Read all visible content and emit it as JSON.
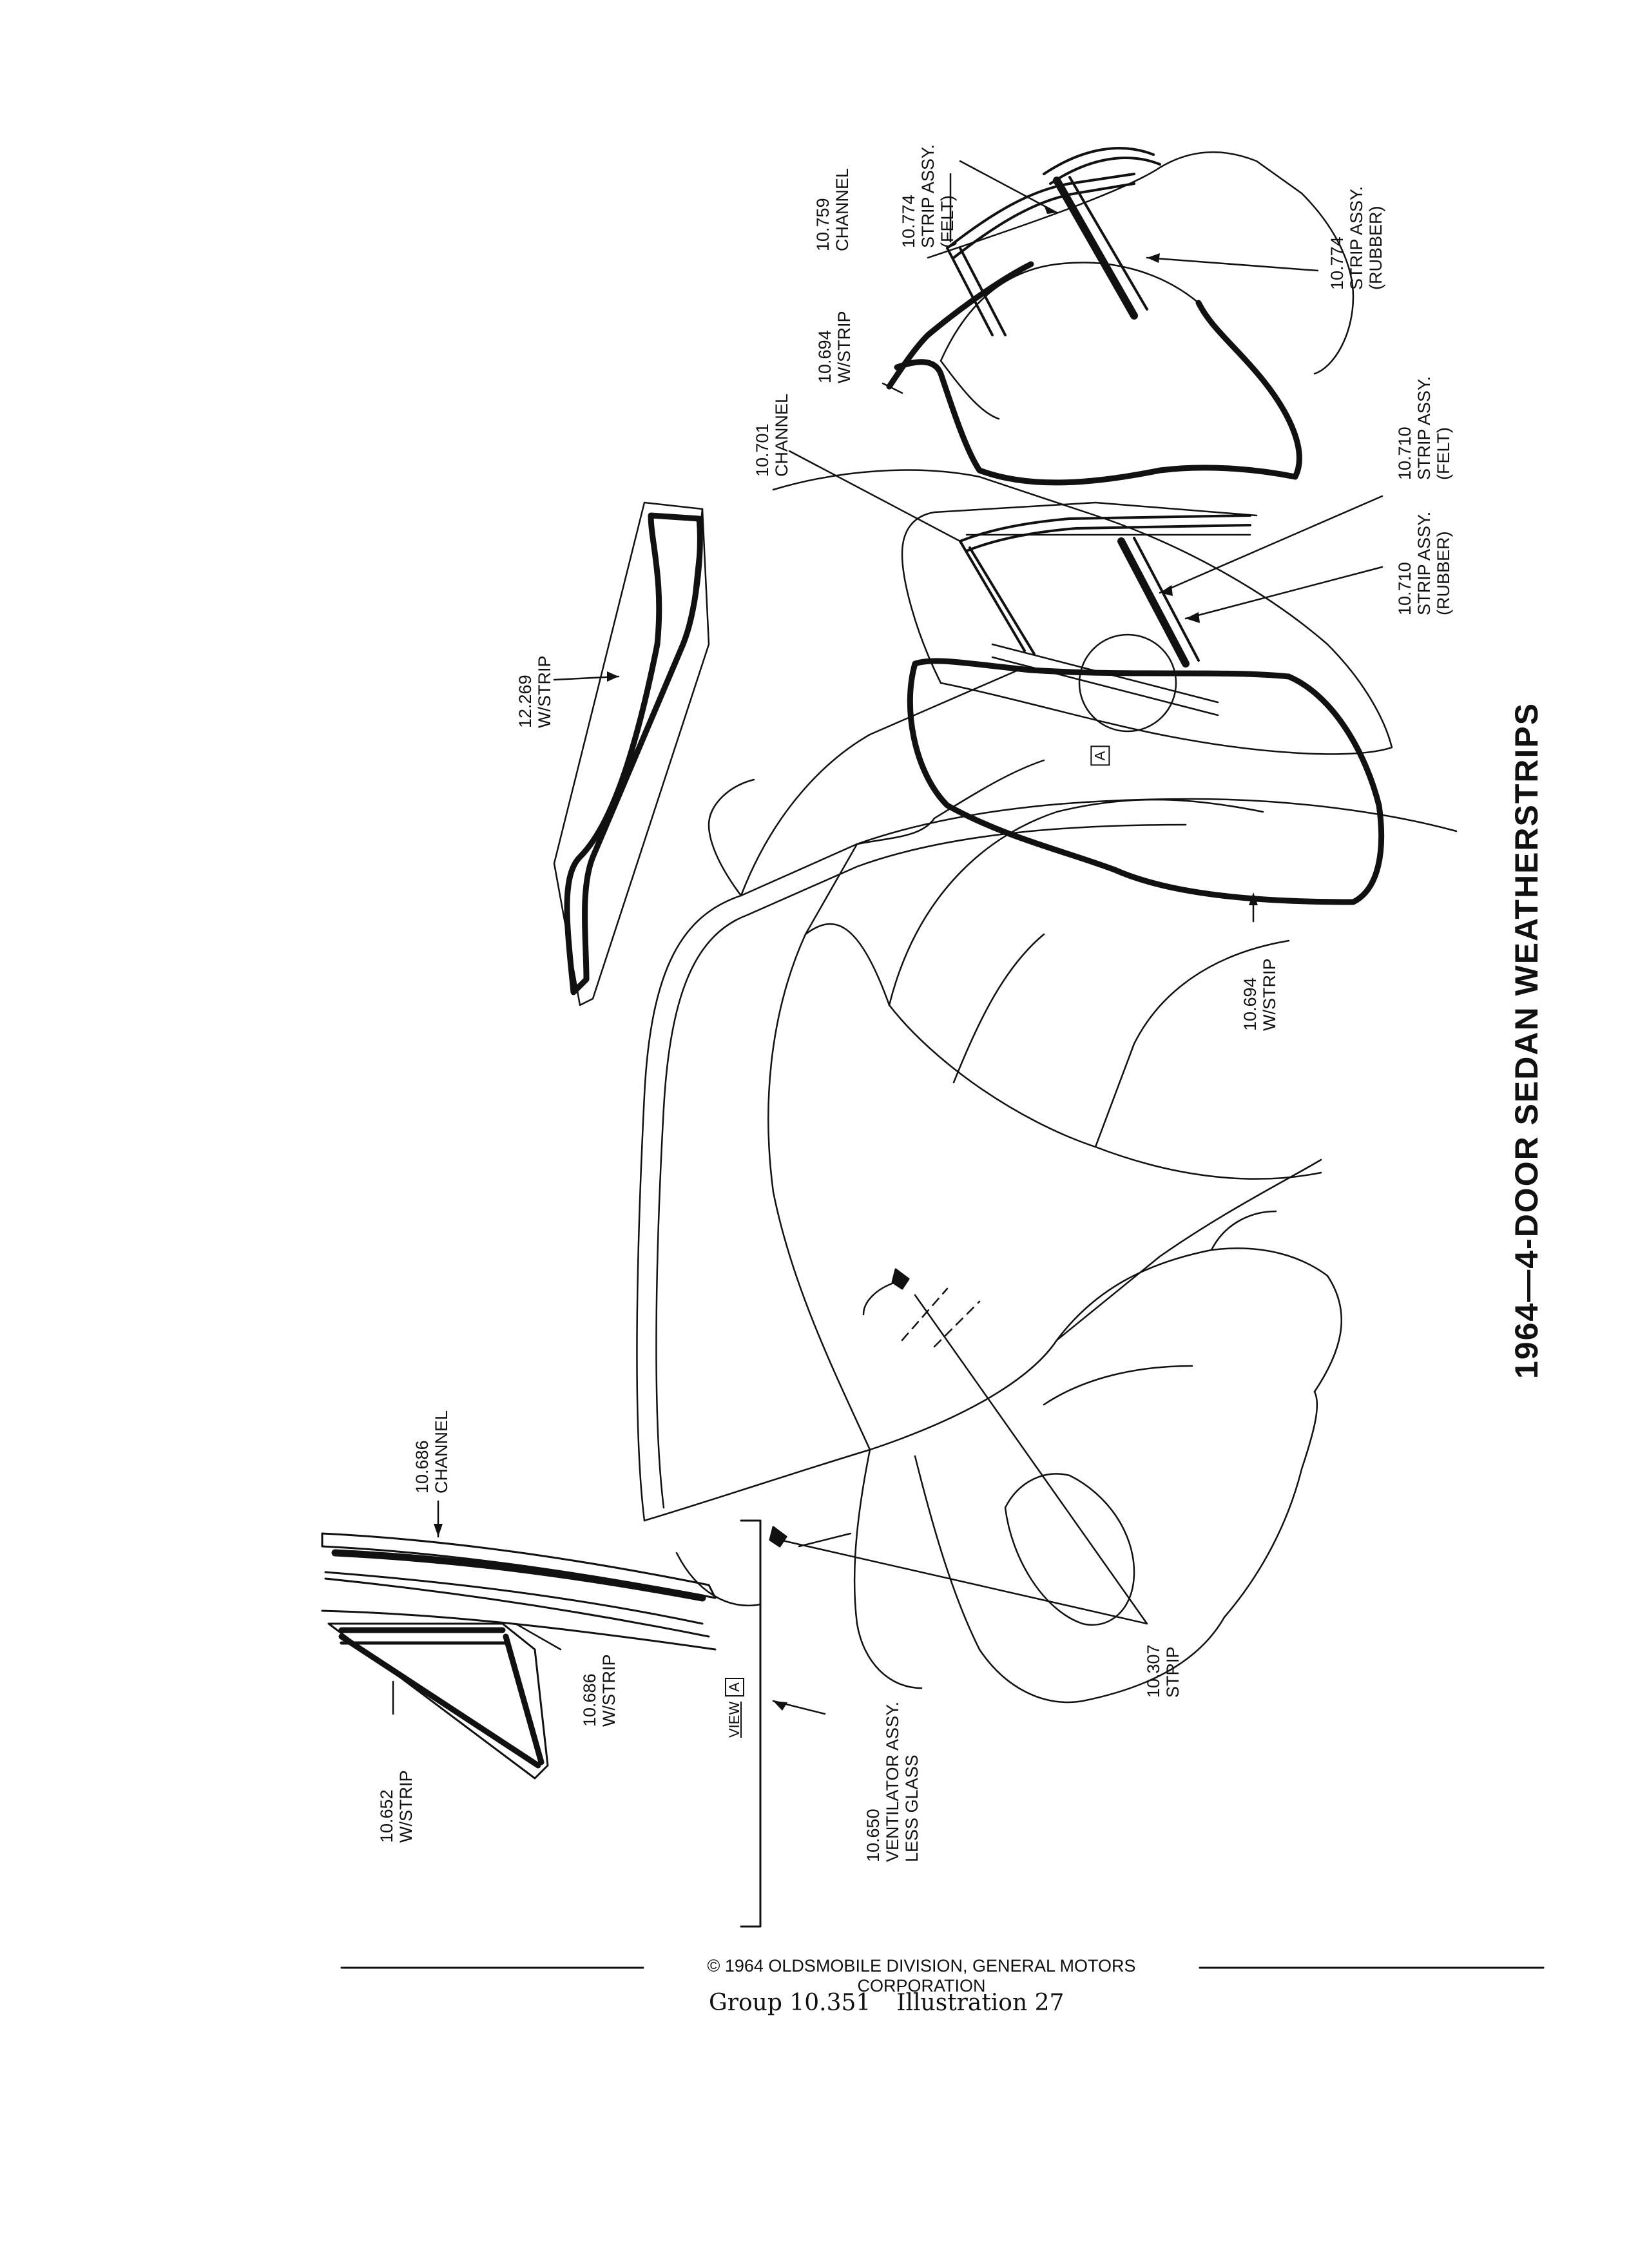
{
  "title": "1964—4-DOOR SEDAN WEATHERSTRIPS",
  "copyright": "© 1964 OLDSMOBILE DIVISION, GENERAL MOTORS CORPORATION",
  "caption": {
    "group": "Group 10.351",
    "illustration": "Illustration 27"
  },
  "view_label": "VIEW",
  "view_letter": "A",
  "callouts": {
    "c10774_felt": [
      "10.774",
      "STRIP ASSY.",
      "(FELT)"
    ],
    "c10759": [
      "10.759",
      "CHANNEL"
    ],
    "c10774_rubber": [
      "10.774",
      "STRIP ASSY.",
      "(RUBBER)"
    ],
    "c10694_top": [
      "10.694",
      "W/STRIP"
    ],
    "c10701": [
      "10.701",
      "CHANNEL"
    ],
    "c10710_felt": [
      "10.710",
      "STRIP ASSY.",
      "(FELT)"
    ],
    "c10710_rubber": [
      "10.710",
      "STRIP ASSY.",
      "(RUBBER)"
    ],
    "c12269": [
      "12.269",
      "W/STRIP"
    ],
    "c10694_bottom": [
      "10.694",
      "W/STRIP"
    ],
    "c10686_channel": [
      "10.686",
      "CHANNEL"
    ],
    "c10686_strip": [
      "10.686",
      "W/STRIP"
    ],
    "c10652": [
      "10.652",
      "W/STRIP"
    ],
    "c10650": [
      "10.650",
      "VENTILATOR ASSY.",
      "LESS GLASS"
    ],
    "c10307": [
      "10.307",
      "STRIP"
    ]
  }
}
